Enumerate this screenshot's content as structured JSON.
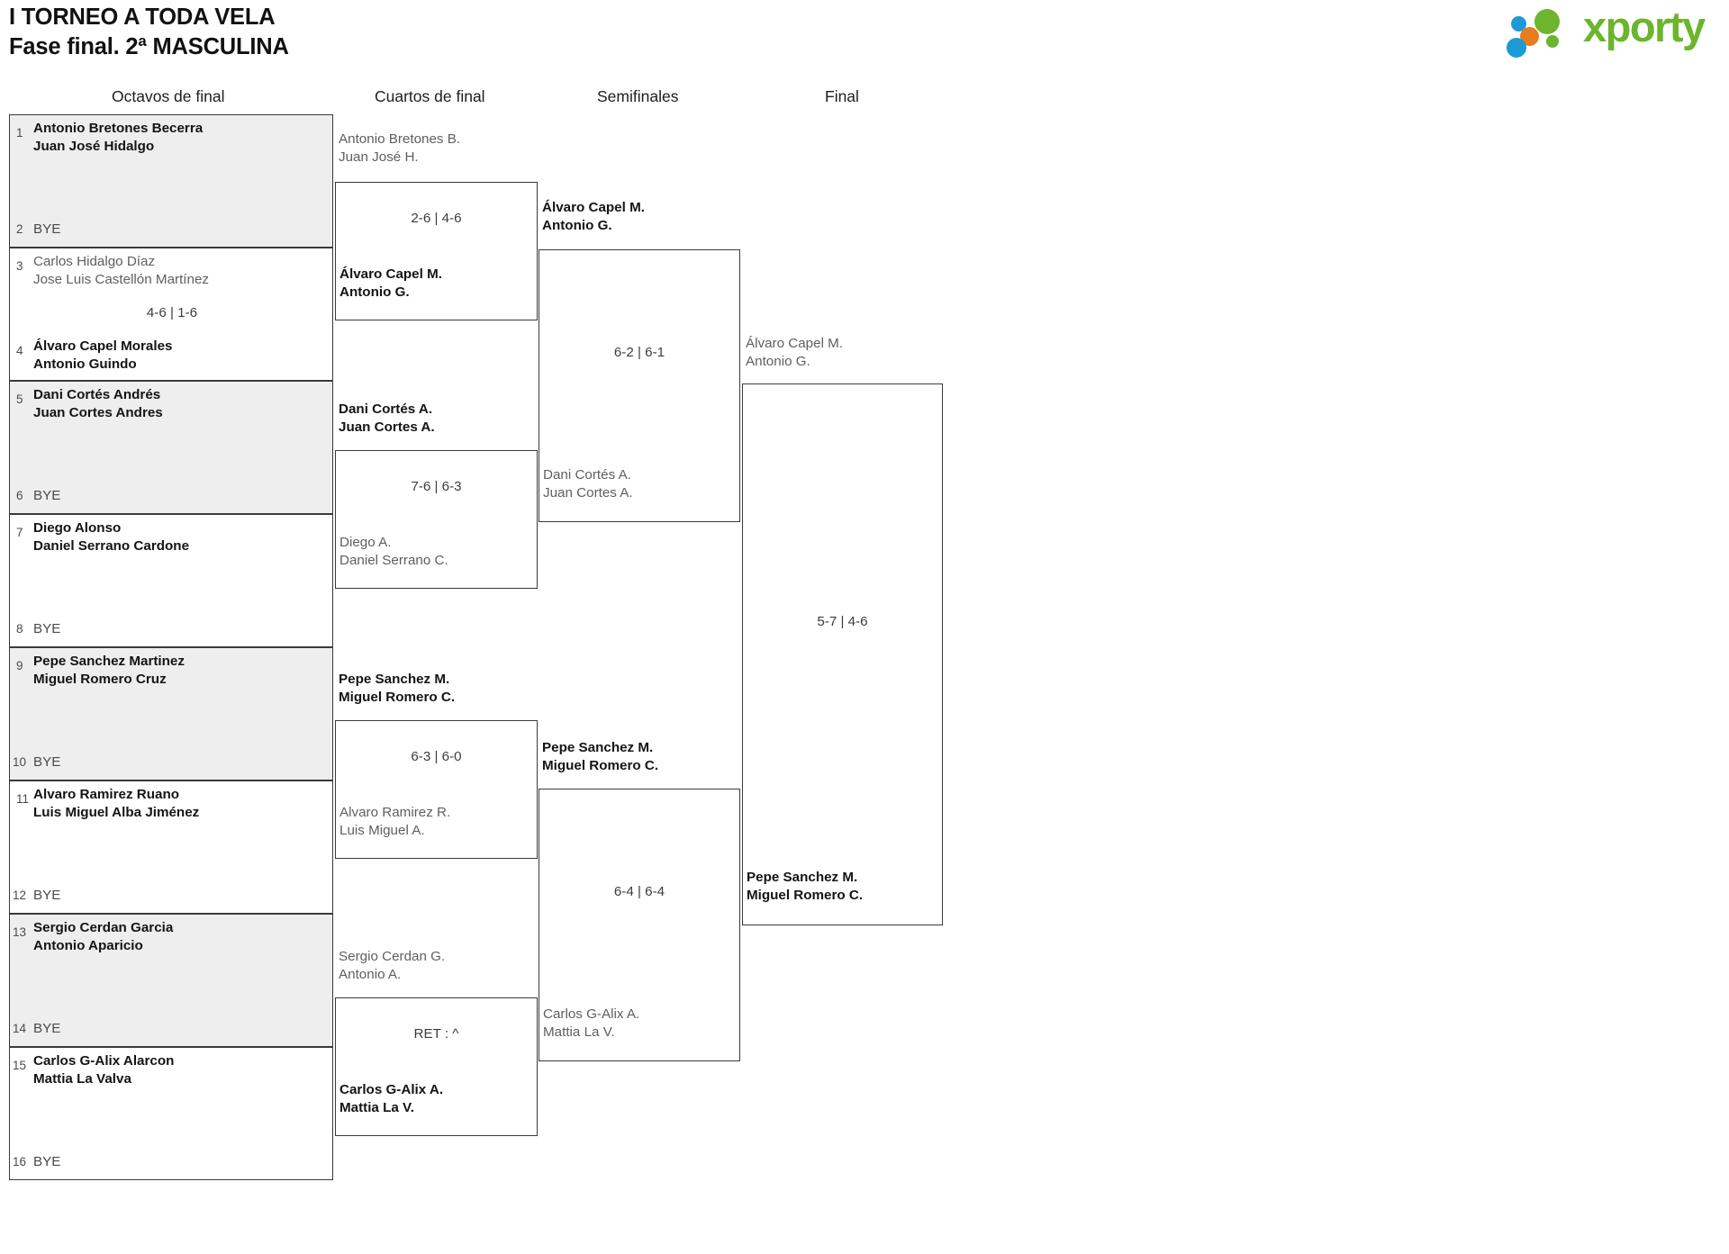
{
  "header": {
    "title_line1": "I TORNEO A TODA VELA",
    "title_line2": "Fase final. 2ª MASCULINA",
    "logo_text": "xporty",
    "logo_colors": {
      "green": "#6cb52d",
      "blue": "#1b9ad6",
      "orange": "#e87d1e"
    }
  },
  "rounds": [
    {
      "label": "Octavos de final"
    },
    {
      "label": "Cuartos de final"
    },
    {
      "label": "Semifinales"
    },
    {
      "label": "Final"
    }
  ],
  "bye_label": "BYE",
  "round1": [
    {
      "seed_top": "1",
      "seed_bottom": "2",
      "top_p1": "Antonio Bretones Becerra",
      "top_p2": "Juan José Hidalgo",
      "top_state": "winner",
      "bottom_bye": "BYE",
      "score": ""
    },
    {
      "seed_top": "3",
      "seed_bottom": "4",
      "top_p1": "Carlos Hidalgo Díaz",
      "top_p2": "Jose Luis Castellón Martínez",
      "top_state": "loser",
      "bot_p1": "Álvaro Capel Morales",
      "bot_p2": "Antonio Guindo",
      "bottom_state": "winner",
      "score": "4-6 | 1-6"
    },
    {
      "seed_top": "5",
      "seed_bottom": "6",
      "top_p1": "Dani Cortés Andrés",
      "top_p2": "Juan Cortes Andres",
      "top_state": "winner",
      "bottom_bye": "BYE",
      "score": ""
    },
    {
      "seed_top": "7",
      "seed_bottom": "8",
      "top_p1": "Diego Alonso",
      "top_p2": "Daniel Serrano Cardone",
      "top_state": "winner",
      "bottom_bye": "BYE",
      "score": ""
    },
    {
      "seed_top": "9",
      "seed_bottom": "10",
      "top_p1": "Pepe Sanchez Martinez",
      "top_p2": "Miguel Romero Cruz",
      "top_state": "winner",
      "bottom_bye": "BYE",
      "score": ""
    },
    {
      "seed_top": "11",
      "seed_bottom": "12",
      "top_p1": "Alvaro Ramirez Ruano",
      "top_p2": "Luis Miguel Alba Jiménez",
      "top_state": "winner",
      "bottom_bye": "BYE",
      "score": ""
    },
    {
      "seed_top": "13",
      "seed_bottom": "14",
      "top_p1": "Sergio Cerdan Garcia",
      "top_p2": "Antonio Aparicio",
      "top_state": "winner",
      "bottom_bye": "BYE",
      "score": ""
    },
    {
      "seed_top": "15",
      "seed_bottom": "16",
      "top_p1": "Carlos G-Alix Alarcon",
      "top_p2": "Mattia La Valva",
      "top_state": "winner",
      "bottom_bye": "BYE",
      "score": ""
    }
  ],
  "quarterfinals": [
    {
      "top_p1": "Antonio Bretones B.",
      "top_p2": "Juan José H.",
      "top_state": "loser",
      "bot_p1": "Álvaro Capel M.",
      "bot_p2": "Antonio G.",
      "bottom_state": "winner",
      "score": "2-6 | 4-6"
    },
    {
      "top_p1": "Dani Cortés A.",
      "top_p2": "Juan Cortes A.",
      "top_state": "winner",
      "bot_p1": "Diego A.",
      "bot_p2": "Daniel Serrano C.",
      "bottom_state": "loser",
      "score": "7-6 | 6-3"
    },
    {
      "top_p1": "Pepe Sanchez M.",
      "top_p2": "Miguel Romero C.",
      "top_state": "winner",
      "bot_p1": "Alvaro Ramirez R.",
      "bot_p2": "Luis Miguel A.",
      "bottom_state": "loser",
      "score": "6-3 | 6-0"
    },
    {
      "top_p1": "Sergio Cerdan G.",
      "top_p2": "Antonio A.",
      "top_state": "loser",
      "bot_p1": "Carlos G-Alix A.",
      "bot_p2": "Mattia La V.",
      "bottom_state": "winner",
      "score": "RET : ^"
    }
  ],
  "semifinals": [
    {
      "top_p1": "Álvaro Capel M.",
      "top_p2": "Antonio G.",
      "top_state": "winner",
      "bot_p1": "Dani Cortés A.",
      "bot_p2": "Juan Cortes A.",
      "bottom_state": "loser",
      "score": "6-2 | 6-1"
    },
    {
      "top_p1": "Pepe Sanchez M.",
      "top_p2": "Miguel Romero C.",
      "top_state": "winner",
      "bot_p1": "Carlos G-Alix A.",
      "bot_p2": "Mattia La V.",
      "bottom_state": "loser",
      "score": "6-4 | 6-4"
    }
  ],
  "final": {
    "top_p1": "Álvaro Capel M.",
    "top_p2": "Antonio G.",
    "top_state": "loser",
    "bot_p1": "Pepe Sanchez M.",
    "bot_p2": "Miguel Romero C.",
    "bottom_state": "winner",
    "score": "5-7 | 4-6"
  }
}
